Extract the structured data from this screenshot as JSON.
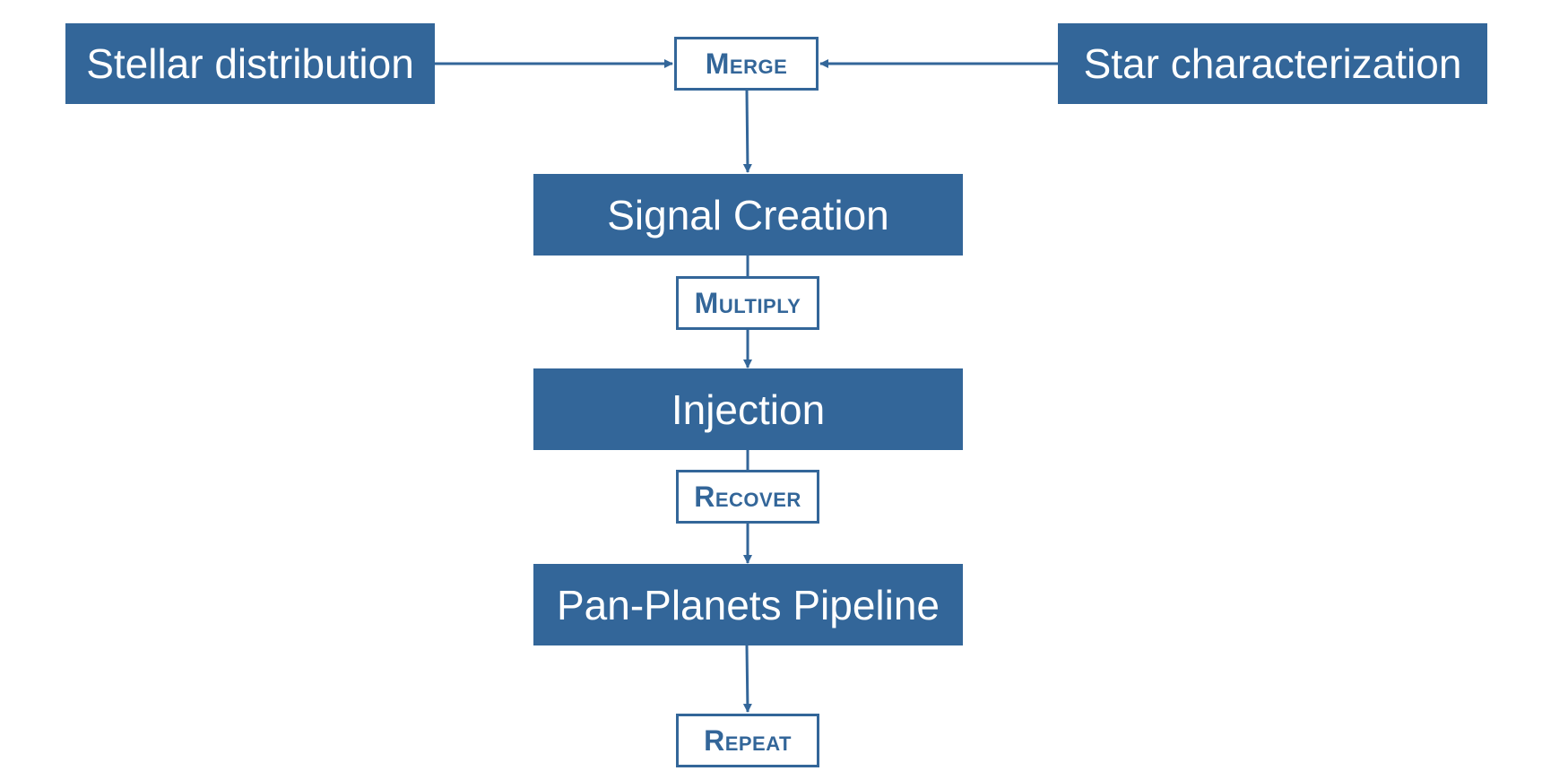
{
  "nodes": {
    "stellar": "Stellar distribution",
    "star_char": "Star characterization",
    "signal": "Signal Creation",
    "injection": "Injection",
    "pipeline": "Pan-Planets Pipeline"
  },
  "operations": {
    "merge": "Merge",
    "multiply": "Multiply",
    "recover": "Recover",
    "repeat": "Repeat"
  },
  "colors": {
    "node_fill": "#336699",
    "node_text": "#ffffff",
    "op_border": "#336699",
    "op_text": "#336699"
  }
}
